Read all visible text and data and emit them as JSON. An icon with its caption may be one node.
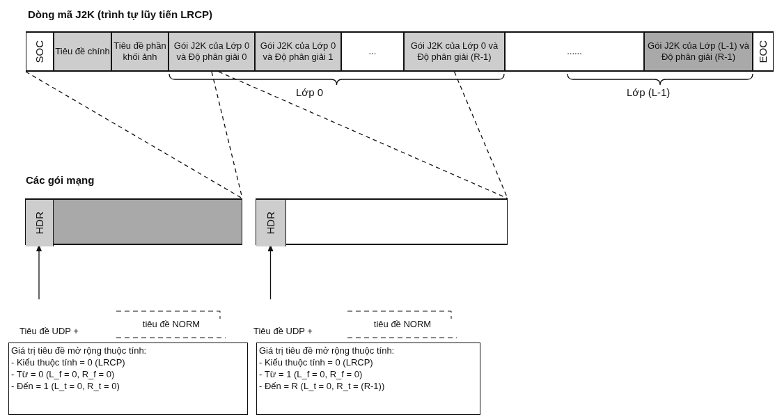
{
  "diagram": {
    "title": "Dòng mã J2K (trình tự lũy tiến LRCP)",
    "nodes": [
      {
        "text": [
          "SOC"
        ]
      },
      {
        "text": [
          "Tiêu đề chính"
        ]
      },
      {
        "text": [
          "Tiêu đề phần khối ảnh"
        ]
      },
      {
        "text": [
          "Gói J2K của Lớp 0 và Độ phân giải 0"
        ]
      },
      {
        "text": [
          "Gói J2K của Lớp 0 và Độ phân giải 1"
        ]
      },
      {
        "text": [
          "..."
        ]
      },
      {
        "text": [
          "Gói J2K của Lớp 0 và Độ phân giải (R-1)"
        ]
      },
      {
        "text": [
          "......"
        ]
      },
      {
        "text": [
          "Gói J2K của Lớp (L-1) và Độ phân giải (R-1)"
        ]
      },
      {
        "text": [
          "EOC"
        ]
      },
      {
        "text": [],
        "shape": "box"
      },
      {
        "text": [
          "HDR"
        ],
        "in": 10
      },
      {
        "text": [],
        "shape": "box"
      },
      {
        "text": [
          "HDR"
        ],
        "in": 12
      },
      {
        "text": [
          "Tiêu đề UDP +"
        ]
      },
      {
        "text": [
          "tiêu đề NORM"
        ]
      },
      {
        "text": [
          "Tiêu đề UDP +"
        ]
      },
      {
        "text": [
          "tiêu đề NORM"
        ]
      },
      {
        "text": [
          "Giá trị tiêu đề mở rộng thuộc tính:",
          "- Kiểu thuộc tính = 0 (LRCP)",
          "- Từ = 0 (L_f = 0, R_f = 0)",
          "- Đến = 1 (L_t = 0, R_t = 0)"
        ]
      },
      {
        "text": [
          "Giá trị tiêu đề mở rộng thuộc tính:",
          "- Kiểu thuộc tính = 0 (LRCP)",
          "- Từ = 1 (L_f = 0, R_f = 0)",
          "- Đến = R (L_t = 0, R_t = (R-1))"
        ]
      }
    ],
    "edges": [
      {
        "from": 0,
        "to": 10,
        "arrow": "none",
        "style": "dashed"
      },
      {
        "from": 3,
        "to": 10,
        "arrow": "none",
        "style": "dashed"
      },
      {
        "from": 3,
        "to": 12,
        "arrow": "none",
        "style": "dashed"
      },
      {
        "from": 6,
        "to": 12,
        "arrow": "none",
        "style": "dashed"
      },
      {
        "from": 14,
        "to": 11,
        "arrow": "to"
      },
      {
        "from": 16,
        "to": 13,
        "arrow": "to"
      }
    ],
    "labels": [
      "Lớp 0",
      "Lớp (L-1)",
      "Các gói mạng"
    ]
  }
}
